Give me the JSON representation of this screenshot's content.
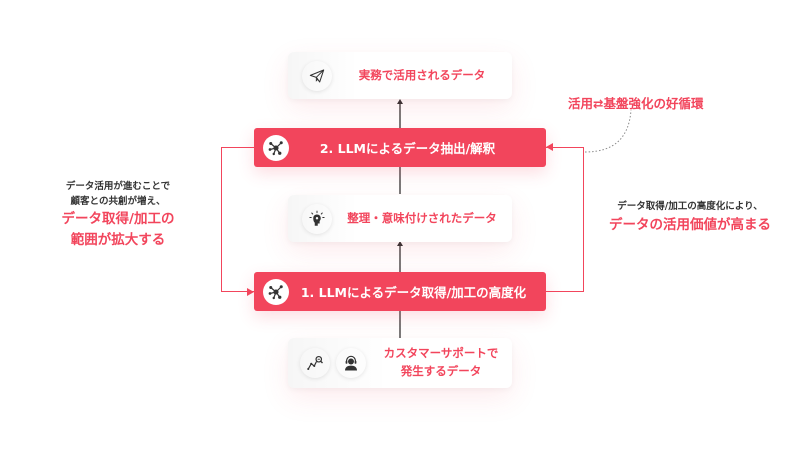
{
  "colors": {
    "accent": "#f2455c",
    "connector": "#7a7a7a",
    "text_dark": "#333333",
    "card_bg": "#ffffff"
  },
  "flow": {
    "top_card": {
      "label": "実務で活用されるデータ",
      "icon": "paper-plane-icon"
    },
    "step2_bar": {
      "label": "2. LLMによるデータ抽出/解釈",
      "icon": "network-hub-icon"
    },
    "middle_card": {
      "label": "整理・意味付けされたデータ",
      "icon": "lightbulb-head-icon"
    },
    "step1_bar": {
      "label": "1. LLMによるデータ取得/加工の高度化",
      "icon": "network-hub-icon"
    },
    "bottom_card": {
      "label_line1": "カスタマーサポートで",
      "label_line2": "発生するデータ",
      "icons": [
        "chart-search-icon",
        "support-agent-icon"
      ]
    }
  },
  "annotations": {
    "cycle": "活用⇄基盤強化の好循環",
    "left": {
      "line1": "データ活用が進むことで",
      "line2": "顧客との共創が増え、",
      "highlight1": "データ取得/加工の",
      "highlight2": "範囲が拡大する"
    },
    "right": {
      "line1": "データ取得/加工の高度化により、",
      "highlight": "データの活用価値が高まる"
    }
  }
}
